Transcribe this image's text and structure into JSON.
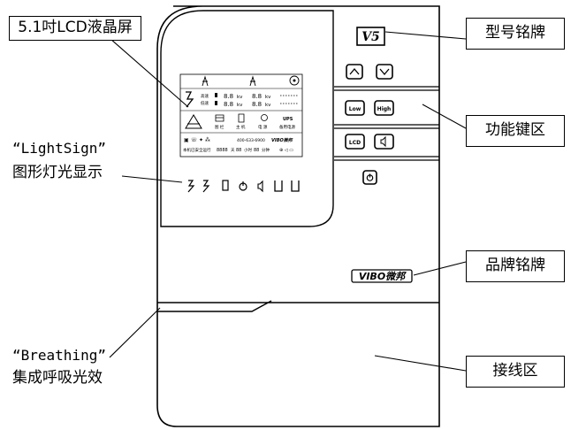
{
  "labels": {
    "lcd_screen": "5.1吋LCD液晶屏",
    "model_plate": "型号铭牌",
    "function_keys": "功能键区",
    "brand_plate": "品牌铭牌",
    "wiring_area": "接线区",
    "lightsign_en": "“LightSign”",
    "lightsign_cn": "图形灯光显示",
    "breathing_en": "“Breathing”",
    "breathing_cn": "集成呼吸光效"
  },
  "device": {
    "model_logo": "V5",
    "brand_logo": "VIBO微邦",
    "keys": {
      "up": "^",
      "down": "v",
      "low": "Low",
      "high": "High",
      "lcd": "LCD",
      "mute": "◁",
      "power": "⏻"
    },
    "lcd": {
      "speed_labels": [
        "高速",
        "低速"
      ],
      "readouts": [
        "8.8",
        "8.8",
        "8.8",
        "8.8"
      ],
      "unit": "kv",
      "icons": [
        "图 栏",
        "主 机",
        "电 源",
        "备用电源"
      ],
      "ups": "UPS",
      "phone": "400-633-6900",
      "status_prefix": "本机已安全运行",
      "status_days": "8888",
      "status_day_unit": "天",
      "status_hours": "88",
      "status_hour_unit": "小时",
      "status_min": "88",
      "status_min_unit": "分钟"
    }
  }
}
